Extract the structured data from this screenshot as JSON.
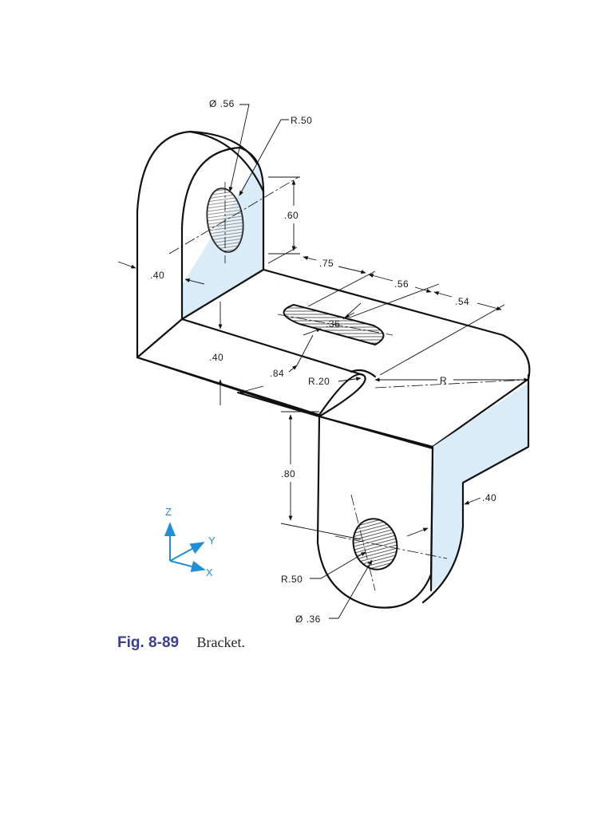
{
  "dimensions": {
    "top_hole_dia": "Ø .56",
    "top_radius": "R.50",
    "top_height": ".60",
    "slot_offset": ".75",
    "slot_length": ".56",
    "slot_end": ".54",
    "slot_width": ".36",
    "left_thickness": ".40",
    "base_thickness": ".40",
    "inner_width": ".84",
    "fillet_radius": "R.20",
    "bend_radius": "R",
    "lower_height": ".80",
    "right_thickness": ".40",
    "bottom_radius": "R.50",
    "bottom_hole_dia": "Ø .36"
  },
  "axes": {
    "z": "Z",
    "y": "Y",
    "x": "X",
    "color": "#1f8fd6"
  },
  "caption": {
    "figure": "Fig. 8-89",
    "title": "Bracket."
  },
  "colors": {
    "face_tint": "#d9ecf7",
    "caption_blue": "#3a3f8f"
  }
}
